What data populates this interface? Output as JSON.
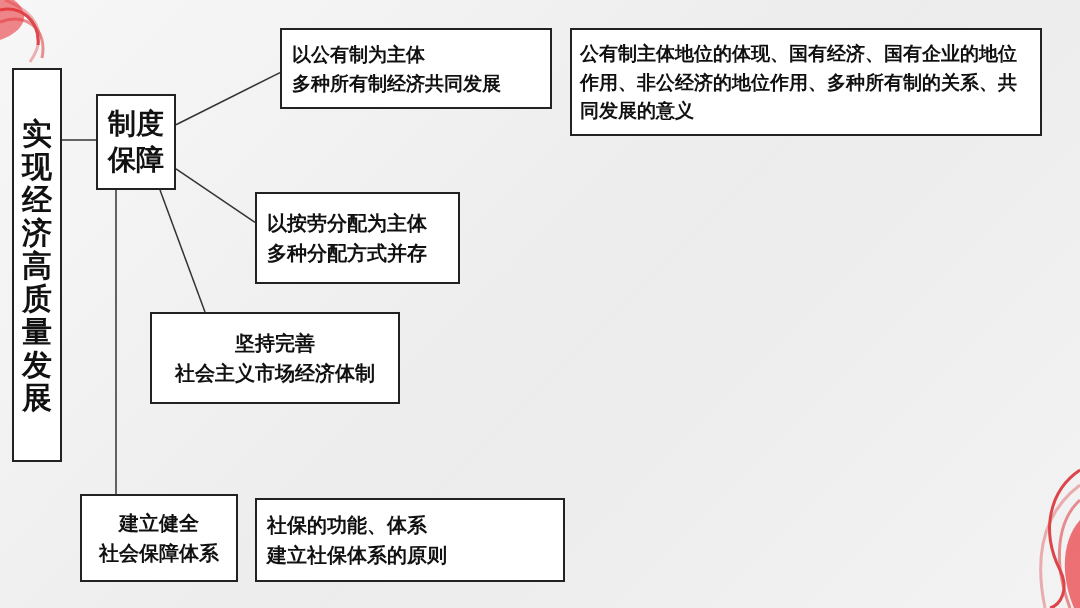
{
  "diagram": {
    "nodes": [
      {
        "text": [
          "实现经济高质量发展"
        ]
      },
      {
        "text": [
          "制度保障"
        ]
      },
      {
        "text": [
          "以公有制为主体 多种所有制经济共同发展"
        ]
      },
      {
        "text": [
          "公有制主体地位的体现、国有经济、国有企业的地位作用、非公经济的地位作用、多种所有制的关系、共同发展的意义"
        ]
      },
      {
        "text": [
          "以按劳分配为主体 多种分配方式并存"
        ]
      },
      {
        "text": [
          "坚持完善 社会主义市场经济体制"
        ]
      },
      {
        "text": [
          "建立健全 社会保障体系"
        ]
      },
      {
        "text": [
          "社保的功能、体系 建立社保体系的原则"
        ]
      }
    ],
    "edges": [
      {
        "from": 0,
        "to": 1,
        "arrow": "none"
      },
      {
        "from": 1,
        "to": 2,
        "arrow": "none"
      },
      {
        "from": 1,
        "to": 4,
        "arrow": "none"
      },
      {
        "from": 1,
        "to": 5,
        "arrow": "none"
      },
      {
        "from": 1,
        "to": 6,
        "arrow": "none"
      }
    ]
  }
}
